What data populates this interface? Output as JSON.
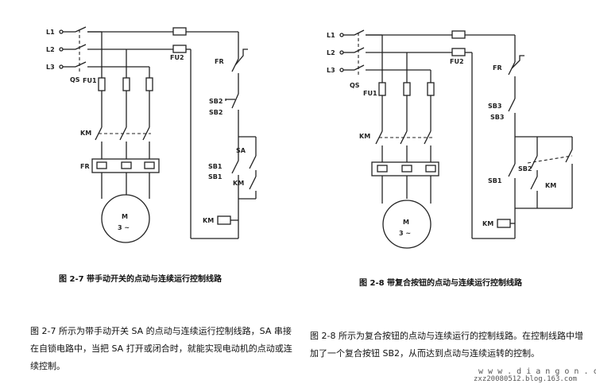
{
  "figure_left": {
    "caption": "图 2-7  带手动开关的点动与连续运行控制线路",
    "labels": {
      "l1": "L1",
      "l2": "L2",
      "l3": "L3",
      "qs": "QS",
      "fu1": "FU1",
      "fu2": "FU2",
      "km_main": "KM",
      "fr_relay": "FR",
      "fr_contact": "FR",
      "sb2": "SB2",
      "sa": "SA",
      "sb1": "SB1",
      "km_hold": "KM",
      "km_coil": "KM",
      "motor": "M",
      "motor_phase": "3 ~"
    }
  },
  "figure_right": {
    "caption": "图 2-8  带复合按钮的点动与连续运行控制线路",
    "labels": {
      "l1": "L1",
      "l2": "L2",
      "l3": "L3",
      "qs": "QS",
      "fu1": "FU1",
      "fu2": "FU2",
      "km_main": "KM",
      "fr_contact": "FR",
      "sb3": "SB3",
      "sb2": "SB2",
      "sb1": "SB1",
      "km_hold": "KM",
      "km_coil": "KM",
      "motor": "M",
      "motor_phase": "3 ~"
    }
  },
  "text_left": "图 2-7 所示为带手动开关 SA 的点动与连续运行控制线路，SA 串接在自锁电路中，当把 SA 打开或闭合时，就能实现电动机的点动或连续控制。",
  "text_right": "图 2-8 所示为复合按钮的点动与连续运行的控制线路。在控制线路中增加了一个复合按钮 SB2，从而达到点动与连续运转的控制。",
  "watermark_url": "w w w . d i a n g o n . c o m",
  "watermark_blog": "zxz20080512.blog.163.com"
}
